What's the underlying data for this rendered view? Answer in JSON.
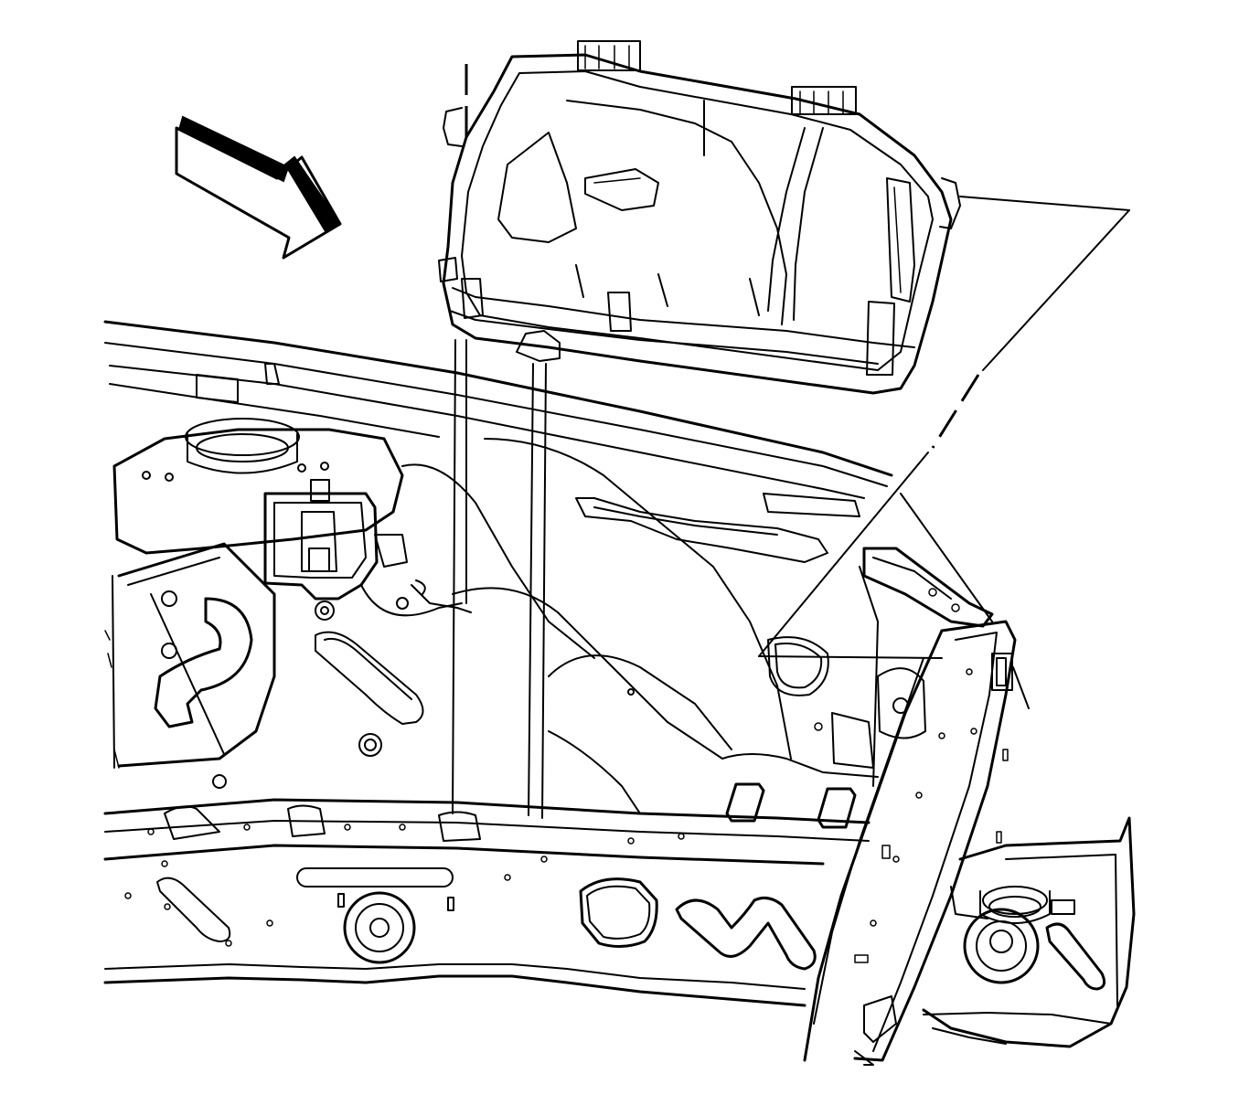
{
  "diagram": {
    "components": [
      {
        "name": "direction-arrow",
        "icon": "front-direction-arrow-icon"
      },
      {
        "name": "air-cleaner-housing",
        "icon": "air-cleaner-housing-icon"
      },
      {
        "name": "engine-compartment-body",
        "icon": "vehicle-body-icon"
      },
      {
        "name": "left-strut-tower",
        "icon": "strut-tower-icon"
      },
      {
        "name": "right-strut-tower",
        "icon": "strut-tower-icon"
      },
      {
        "name": "front-frame-rail",
        "icon": "frame-rail-icon"
      },
      {
        "name": "mounting-bracket",
        "icon": "bracket-icon"
      },
      {
        "name": "wiper-cowl",
        "icon": "cowl-panel-icon"
      },
      {
        "name": "detail-callout",
        "icon": "callout-lines-icon"
      },
      {
        "name": "alignment-lines",
        "icon": "alignment-lines-icon"
      }
    ],
    "colors": {
      "line": "#000000",
      "background": "#ffffff"
    }
  }
}
